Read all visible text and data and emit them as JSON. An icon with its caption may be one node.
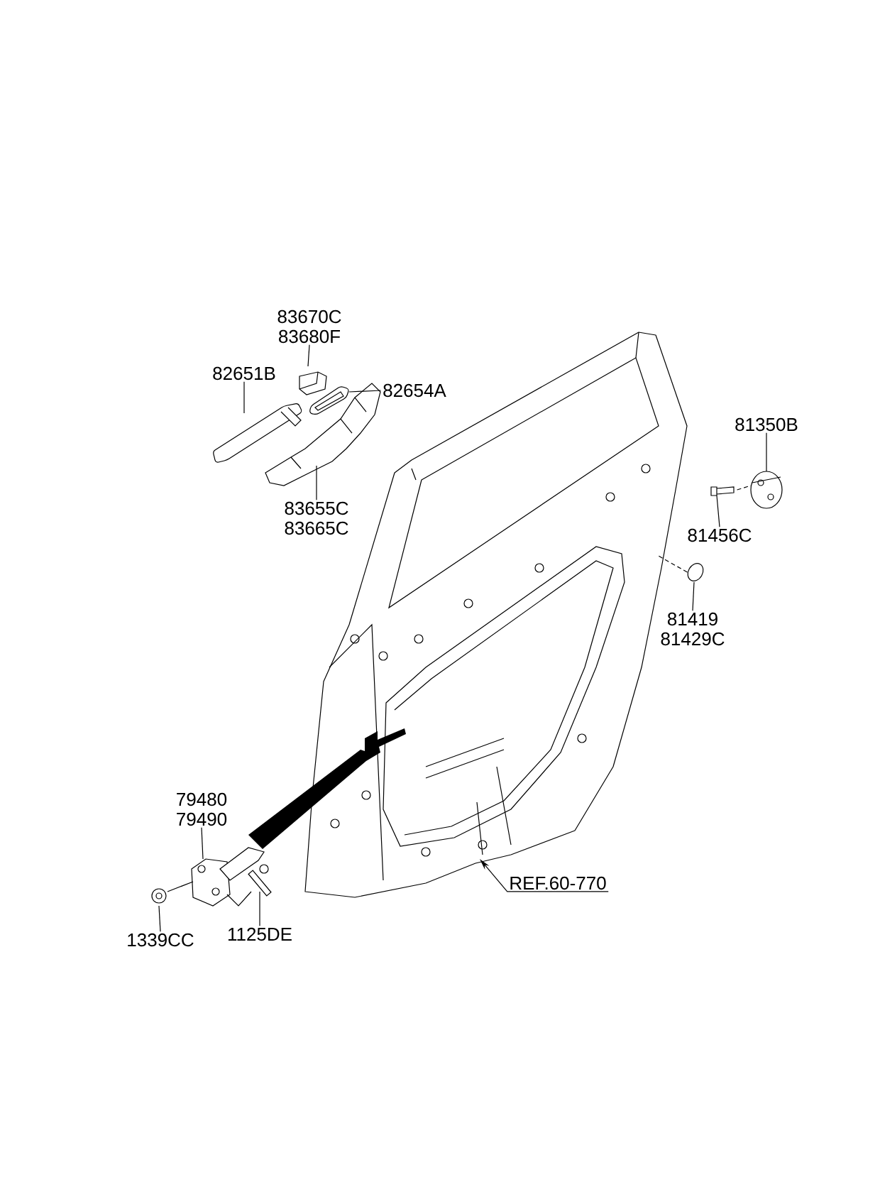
{
  "diagram": {
    "nodes": [
      {
        "text": [
          "83670C",
          "83680F"
        ]
      },
      {
        "text": [],
        "shape": "picture"
      },
      {
        "text": [
          "82651B"
        ]
      },
      {
        "text": [],
        "shape": "picture"
      },
      {
        "text": [
          "82654A"
        ]
      },
      {
        "text": [],
        "shape": "picture"
      },
      {
        "text": [
          "83655C",
          "83665C"
        ]
      },
      {
        "text": [],
        "shape": "picture"
      },
      {
        "text": [
          "81350B"
        ]
      },
      {
        "text": [],
        "shape": "picture"
      },
      {
        "text": [
          "81456C"
        ]
      },
      {
        "text": [],
        "shape": "picture"
      },
      {
        "text": [
          "81419",
          "81429C"
        ]
      },
      {
        "text": [],
        "shape": "picture"
      },
      {
        "text": [
          "79480",
          "79490"
        ]
      },
      {
        "text": [],
        "shape": "picture"
      },
      {
        "text": [
          "1339CC"
        ]
      },
      {
        "text": [],
        "shape": "picture"
      },
      {
        "text": [
          "1125DE"
        ]
      },
      {
        "text": [],
        "shape": "picture"
      },
      {
        "text": [
          "REF.60-770"
        ]
      },
      {
        "text": [],
        "shape": "picture"
      }
    ],
    "edges": [
      {
        "from": 0,
        "to": 1,
        "arrow": "none"
      },
      {
        "from": 2,
        "to": 3,
        "arrow": "none"
      },
      {
        "from": 4,
        "to": 5,
        "arrow": "none"
      },
      {
        "from": 6,
        "to": 7,
        "arrow": "none"
      },
      {
        "from": 8,
        "to": 9,
        "arrow": "none"
      },
      {
        "from": 10,
        "to": 11,
        "arrow": "none"
      },
      {
        "from": 12,
        "to": 13,
        "arrow": "none"
      },
      {
        "from": 14,
        "to": 15,
        "arrow": "none"
      },
      {
        "from": 16,
        "to": 17,
        "arrow": "none"
      },
      {
        "from": 18,
        "to": 19,
        "arrow": "none"
      },
      {
        "from": 20,
        "to": 21,
        "arrow": "to"
      },
      {
        "from": 11,
        "to": 9,
        "arrow": "none",
        "style": "dashed"
      },
      {
        "from": 13,
        "to": 21,
        "arrow": "none",
        "style": "dashed"
      }
    ]
  }
}
